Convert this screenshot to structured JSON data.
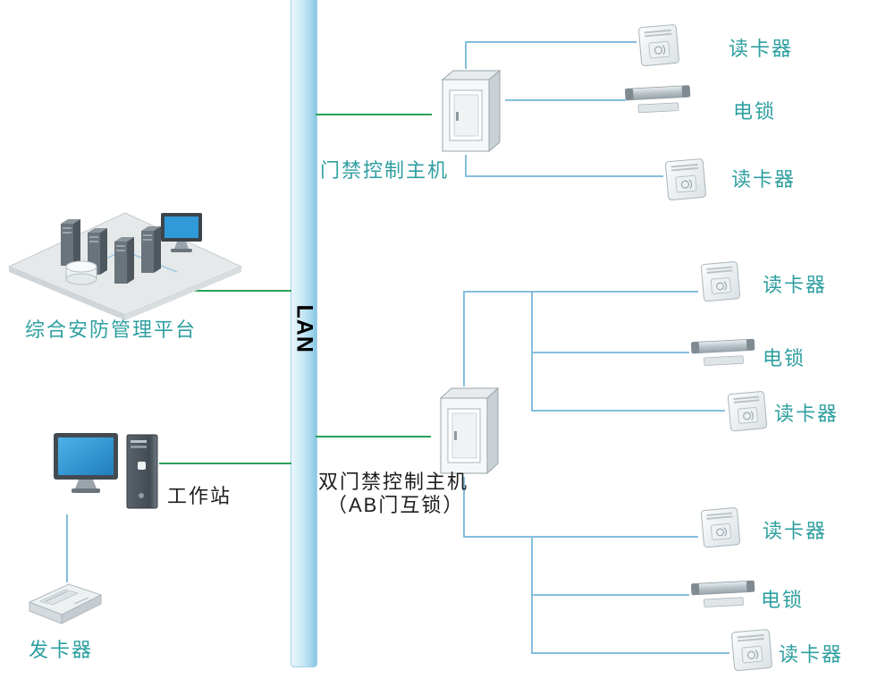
{
  "lan": {
    "label": "LAN"
  },
  "nodes": {
    "platform": {
      "label": "综合安防管理平台"
    },
    "workstation": {
      "label": "工作站"
    },
    "card_issuer": {
      "label": "发卡器"
    },
    "controller_single": {
      "label": "门禁控制主机"
    },
    "controller_double": {
      "label": "双门禁控制主机",
      "sublabel": "（AB门互锁）"
    }
  },
  "peripherals": {
    "top": {
      "reader1": "读卡器",
      "lock": "电锁",
      "reader2": "读卡器"
    },
    "middle": {
      "reader1": "读卡器",
      "lock": "电锁",
      "reader2": "读卡器"
    },
    "bottom": {
      "reader1": "读卡器",
      "lock": "电锁",
      "reader2": "读卡器"
    }
  },
  "colors": {
    "label_teal": "#2f9fa0",
    "label_dark": "#1e1e1e",
    "line_green": "#2ca05a",
    "line_blue": "#85bedd",
    "lan_fill": "#cdeaf6",
    "screen_blue": "#2f9ad7"
  }
}
